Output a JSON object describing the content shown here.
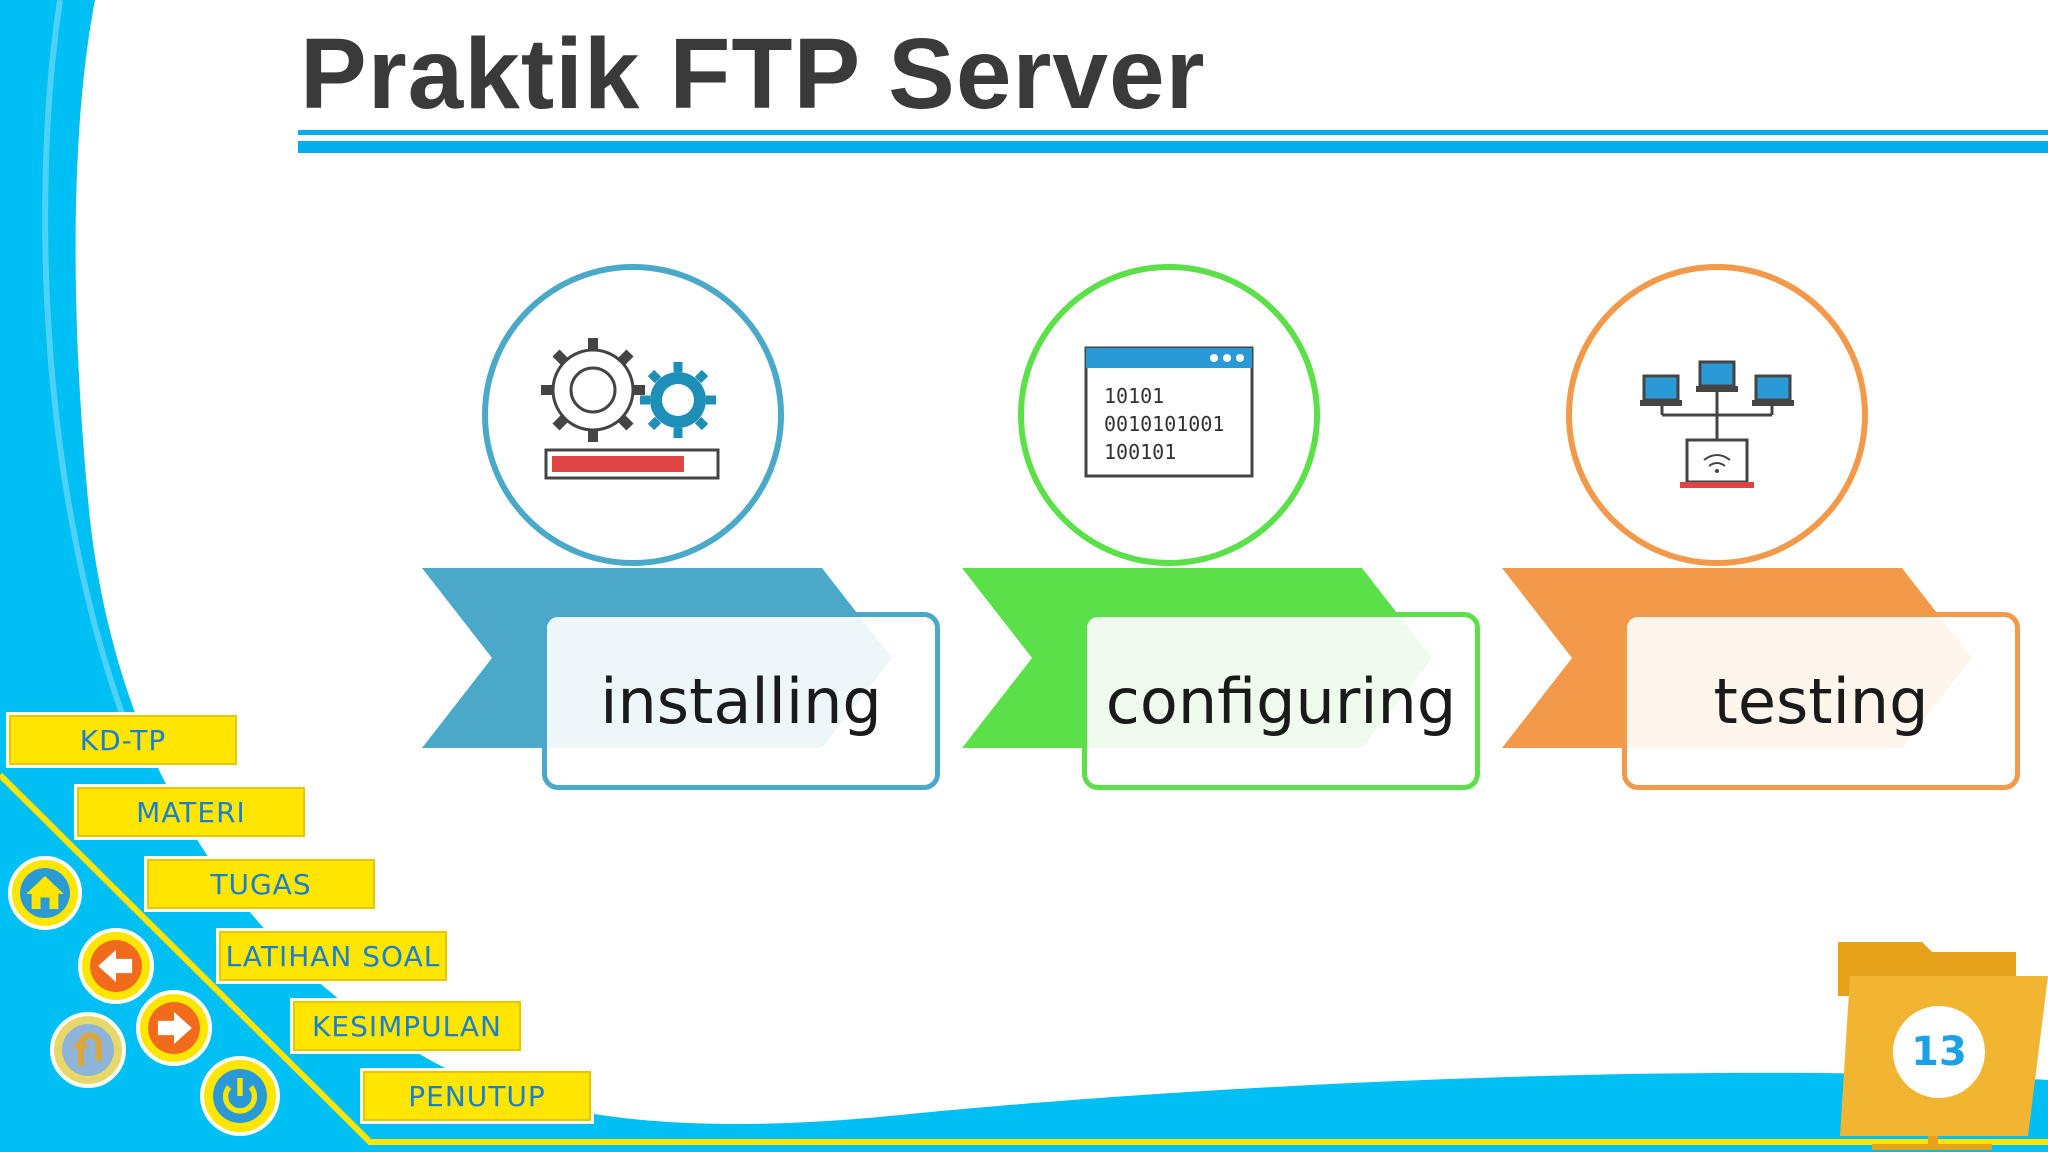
{
  "slide": {
    "title": "Praktik FTP Server",
    "page_number": "13"
  },
  "steps": [
    {
      "label": "installing",
      "icon": "gears-progress-icon",
      "color": "#4AA9C9"
    },
    {
      "label": "configuring",
      "icon": "binary-window-icon",
      "color": "#5CE04A"
    },
    {
      "label": "testing",
      "icon": "network-computers-icon",
      "color": "#F2994A"
    }
  ],
  "nav_menu": [
    "KD-TP",
    "MATERI",
    "TUGAS",
    "LATIHAN SOAL",
    "KESIMPULAN",
    "PENUTUP"
  ],
  "nav_buttons": [
    "home-icon",
    "back-arrow-icon",
    "undo-icon",
    "next-arrow-icon",
    "power-icon"
  ],
  "colors": {
    "background_blue": "#00BFF3",
    "nav_yellow": "#FFE600",
    "nav_text": "#1a7fd1",
    "title_text": "#3a3a3a"
  }
}
